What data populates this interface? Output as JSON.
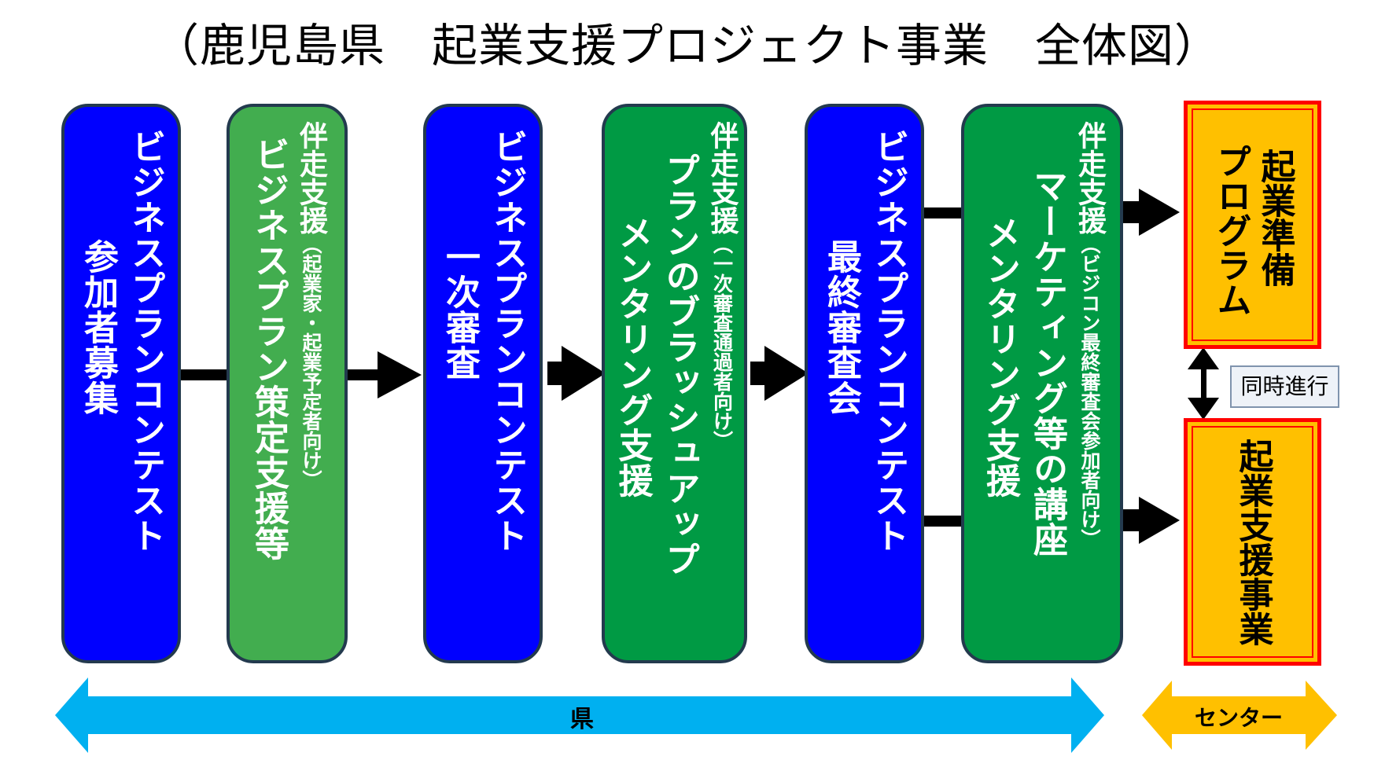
{
  "title": "（鹿児島県　起業支援プロジェクト事業　全体図）",
  "steps": [
    {
      "lines": [
        "ビジネスプランコンテスト",
        "参加者募集"
      ]
    },
    {
      "prefix": "伴走支援",
      "note": "（起業家・起業予定者向け）",
      "lines": [
        "ビジネスプラン策定支援等"
      ]
    },
    {
      "lines": [
        "ビジネスプランコンテスト",
        "一次審査"
      ]
    },
    {
      "prefix": "伴走支援",
      "note": "（一次審査通過者向け）",
      "lines": [
        "プランのブラッシュアップ",
        "メンタリング支援"
      ]
    },
    {
      "lines": [
        "ビジネスプランコンテスト",
        "最終審査会"
      ]
    },
    {
      "prefix": "伴走支援",
      "note": "（ビジコン最終審査会参加者向け）",
      "lines": [
        "マーケティング等の講座",
        "メンタリング支援"
      ]
    }
  ],
  "outcomes": [
    {
      "lines": [
        "起業準備",
        "プログラム"
      ]
    },
    {
      "lines": [
        "起業支援事業"
      ]
    }
  ],
  "concurrent_note": "同時進行",
  "bands": {
    "prefecture": "県",
    "center": "センター"
  },
  "colors": {
    "blue": "#0000ff",
    "green": "#009a44",
    "light_green": "#42ad4f",
    "orange": "#ffc000",
    "red_border": "#ff0000",
    "cyan_arrow": "#00b0f0"
  }
}
